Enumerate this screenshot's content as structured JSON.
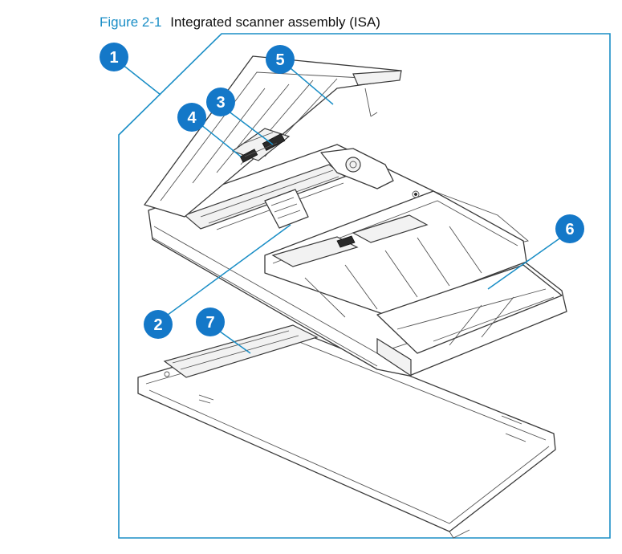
{
  "figure": {
    "number": "Figure 2-1",
    "title": "Integrated scanner assembly (ISA)"
  },
  "callouts": [
    "1",
    "2",
    "3",
    "4",
    "5",
    "6",
    "7"
  ],
  "colors": {
    "accent": "#1a8ec6",
    "callout": "#1478c8",
    "outline": "#3a3a3a"
  }
}
